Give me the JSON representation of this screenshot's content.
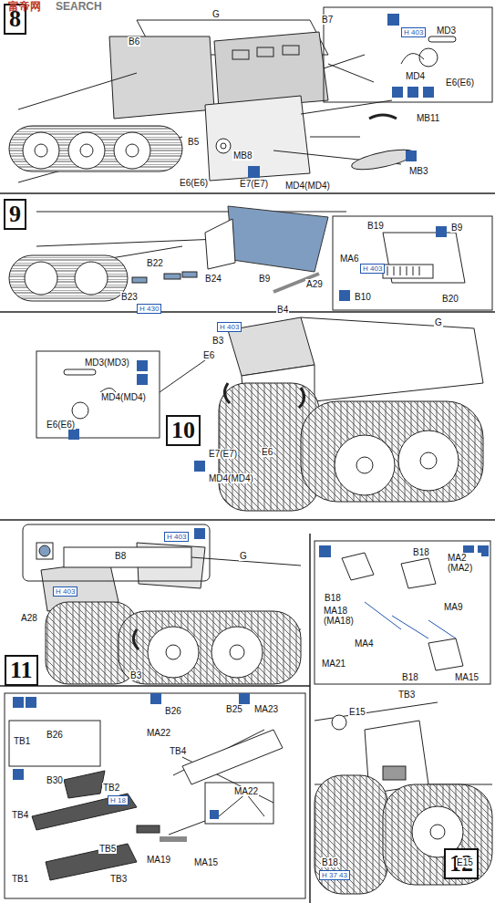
{
  "diagram": {
    "nodes": [
      {
        "text": [
          "8"
        ]
      },
      {
        "text": [
          "9"
        ]
      },
      {
        "text": [
          "10"
        ]
      },
      {
        "text": [
          "11"
        ]
      },
      {
        "text": [
          "12"
        ]
      }
    ],
    "labels": [
      "富帝网",
      "SEARCH",
      "G",
      "B7",
      "B6",
      "H 403",
      "MD3",
      "MD4",
      "E6(E6)",
      "MB11",
      "B5",
      "MB8",
      "MB3",
      "E6(E6)",
      "E7(E7)",
      "MD4(MD4)",
      "B19",
      "B9",
      "B22",
      "B23",
      "H 430",
      "B24",
      "A29",
      "B9",
      "MA6",
      "H 403",
      "B10",
      "B20",
      "H 403",
      "B4",
      "B3",
      "E6",
      "G",
      "MD3(MD3)",
      "MD4(MD4)",
      "E6(E6)",
      "E7(E7)",
      "E6",
      "MD4(MD4)",
      "B8",
      "H 403",
      "H 403",
      "G",
      "A28",
      "B3",
      "B18",
      "MA2 (MA2)",
      "B18",
      "MA18 (MA18)",
      "MA4",
      "MA9",
      "MA21",
      "B18",
      "MA15",
      "TB3",
      "E15",
      "B18",
      "H 37 43",
      "E15",
      "TB1",
      "B26",
      "B30",
      "TB2",
      "H 18",
      "TB4",
      "TB1",
      "TB3",
      "TB5",
      "B26",
      "MA22",
      "TB4",
      "B25",
      "MA23",
      "MA19",
      "MA15",
      "MA22"
    ]
  }
}
